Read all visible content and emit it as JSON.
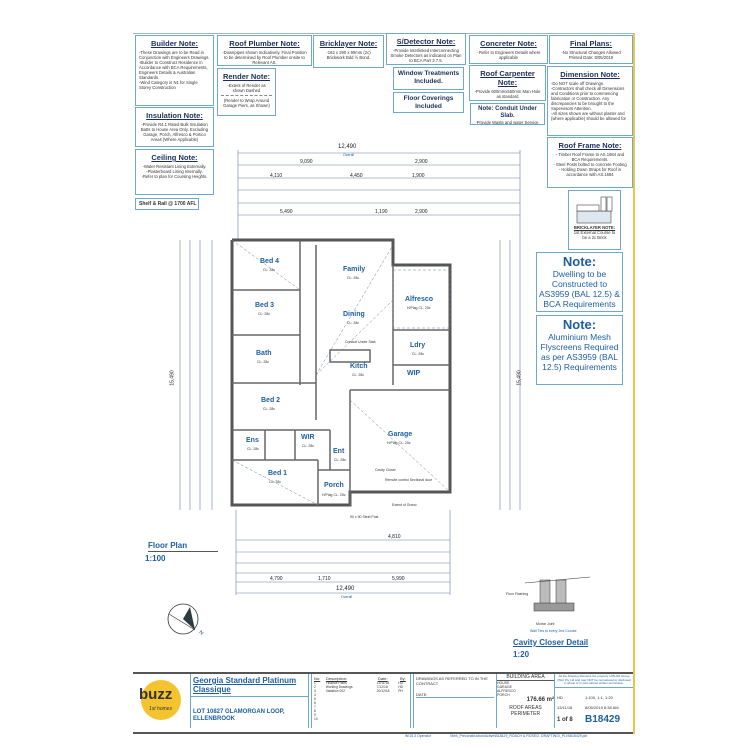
{
  "notes": {
    "builder": {
      "title": "Builder Note:",
      "lines": [
        "-These Drawings are to be Read in Conjunction with Engineers Drawings.",
        "-Builder to Construct Residence in Accordance with BCA Requirements, Engineers Details & Australian Standards.",
        "-Wind Category is N1 for Single Storey Construction"
      ]
    },
    "insulation": {
      "title": "Insulation Note:",
      "text": "-Provide R4.1 Rated Bulk Insulation Batts to House Area Only. Excluding Garage, Porch, Alfresco & Portico Areas (Where Applicable)"
    },
    "ceiling": {
      "title": "Ceiling Note:",
      "lines": [
        "-Water Resistant Lining Externally.",
        "-Plasterboard Lining Internally.",
        "-Refer to plan for Coursing Heights."
      ]
    },
    "shelf": "Shelf & Rail @ 1700 AFL",
    "roof_plumber": {
      "title": "Roof Plumber Note:",
      "text": "-Downpipes shown Indicatively. Final Position to be determined by Roof Plumber onsite to Relevant AS."
    },
    "render": {
      "title": "Render Note:",
      "text": "-Extent of Render as shown Dashed",
      "text2": "(Render to Wrap Around Garage Piers, as Shown)"
    },
    "bricklayer": {
      "title": "Bricklayer Note:",
      "text": "-162 x 290 x 90mm (2c) Brickwork Bdd ½ Bond."
    },
    "s_detector": {
      "title": "S/Detector Note:",
      "text": "-Provide Interlinked Interconnecting Smoke Detectors as indicated on Plan to BCA Part 3.7.5."
    },
    "window": "Window Treatments Included.",
    "floor_cov": "Floor Coverings Included",
    "concreter": {
      "title": "Concreter Note:",
      "text": "- Refer to Engineers Details where applicable"
    },
    "roof_carpenter": {
      "title": "Roof Carpenter Note:",
      "text": "-Provide 600mmx550mm Man Hole as standard"
    },
    "conduit": {
      "title": "Note: Conduit Under Slab.",
      "text": "-Provide Waste and water Service."
    },
    "final_plans": {
      "title": "Final Plans:",
      "lines": [
        "-No Structural Changes Allowed",
        "Printed Date: 8/05/2019"
      ]
    },
    "dimension": {
      "title": "Dimension Note:",
      "lines": [
        "-Do NOT scale off Drawings.",
        "-Contractors shall check all Dimensions and Conditions prior to commencing fabrication or Construction. Any discrepancies to be brought to the Supervisors Attention.",
        "-All sizes shown are without plaster and (where applicable) should be allowed for"
      ]
    },
    "roof_frame": {
      "title": "Roof Frame Note:",
      "lines": [
        "- Timber Roof Frame to AS.1684 and BCA Requirements.",
        "- Steel Posts bolted to concrete Footing",
        "- Holding Down Straps for Roof in accordance with AS.1684"
      ]
    },
    "bricklayer_detail": {
      "title": "BRICKLAYER NOTE:",
      "text": "1st External Course to be a 2c Brick"
    },
    "dwelling": {
      "title": "Note:",
      "text": "Dwelling to be Constructed to AS3959 (BAL 12.5) & BCA Requirements"
    },
    "mesh": {
      "title": "Note:",
      "text": "Aluminium Mesh Flyscreens Required as per AS3959 (BAL 12.5) Requirements"
    }
  },
  "plan": {
    "title": "Floor Plan",
    "scale": "1:100",
    "rooms": [
      {
        "name": "Bed 4",
        "sub": "CL: 28c"
      },
      {
        "name": "Bed 3",
        "sub": "CL: 28c"
      },
      {
        "name": "Bath",
        "sub": "CL: 28c"
      },
      {
        "name": "Family",
        "sub": "CL: 28c"
      },
      {
        "name": "Dining",
        "sub": "CL: 28c"
      },
      {
        "name": "Alfresco",
        "sub": "H/Plag CL: 25c"
      },
      {
        "name": "Ldry",
        "sub": "CL: 28c"
      },
      {
        "name": "Kitch",
        "sub": "CL: 28c"
      },
      {
        "name": "WIP",
        "sub": ""
      },
      {
        "name": "Bed 2",
        "sub": "CL: 28c"
      },
      {
        "name": "Ens",
        "sub": "CL: 28c"
      },
      {
        "name": "WIR",
        "sub": "CL: 28c"
      },
      {
        "name": "Ent",
        "sub": "CL: 28c"
      },
      {
        "name": "Garage",
        "sub": "H/Plag CL: 25c"
      },
      {
        "name": "Bed 1",
        "sub": "CL: 28c"
      },
      {
        "name": "Porch",
        "sub": "H/Plag CL: 25c"
      }
    ],
    "annotations": {
      "conduit": "Conduit Under Slab",
      "cavity": "Cavity Closer",
      "remote": "Remote control Sectional door",
      "post": "90 x 90 Steel Post",
      "grano": "Extent of Grano"
    },
    "dims_top": {
      "overall": "12,490",
      "overall_label": "Overall",
      "a": "9,090",
      "b": "2,900",
      "c": "4,110",
      "d": "4,450",
      "e": "1,900",
      "f": "5,490",
      "g": "1,190",
      "h": "2,900"
    },
    "dims_bottom": {
      "a": "4,790",
      "b": "1,710",
      "c": "5,990",
      "overall": "12,490",
      "overall_label": "Overall",
      "d": "4,810"
    },
    "dims_side": {
      "left": "15,490",
      "right": "15,490"
    },
    "north": "N"
  },
  "cavity_detail": {
    "title": "Cavity Closer Detail",
    "scale": "1:20",
    "floor": "Floor Flashing",
    "mortar": "Mortar Joint",
    "ties": "Wall Ties to every 2nd Course"
  },
  "title_block": {
    "logo": "buzz",
    "logo_sub": "1st homes",
    "design": "Georgia Standard Platinum Classique",
    "address": "LOT 10827 GLAMORGAN LOOP, ELLENBROOK",
    "rev_headers": [
      "No:",
      "Description:",
      "Date:",
      "By:"
    ],
    "revisions": [
      {
        "no": "1",
        "desc": "Finance Plans",
        "date": "13/11/18",
        "by": "HD"
      },
      {
        "no": "2",
        "desc": "Working Drawings",
        "date": "7/12/18",
        "by": "HD"
      },
      {
        "no": "3",
        "desc": "Variation 002",
        "date": "20/12/18",
        "by": "PH"
      },
      {
        "no": "4"
      },
      {
        "no": "5"
      },
      {
        "no": "6"
      },
      {
        "no": "7"
      },
      {
        "no": "8"
      },
      {
        "no": "9"
      },
      {
        "no": "10"
      }
    ],
    "contract": "DRAWINGS AS REFERRED TO IN THE CONTRACT",
    "date_label": "DATE:",
    "building_area": "BUILDING AREA",
    "area_rows": [
      "HOUSE",
      "GARAGE",
      "ALFRESCO",
      "PORCH"
    ],
    "total": "176.66 m²",
    "roof_areas": "ROOF AREAS",
    "roof": "ROOF",
    "perimeter": "PERIMETER",
    "house": "HOUSE",
    "copyright": "All the Drawing Remains the property of BUZZ Group (WA) Pty Ltd and may NOT be reproduced or disclosed in whole or in part without written permission.",
    "sheet": "1 of 8",
    "job": "B18429",
    "scale_val": "1:100, 1:1, 1:20",
    "date_val": "13/11/18",
    "print": "8/05/2019 8:38 AM",
    "drawn": "HD"
  },
  "footer": {
    "operator": "W/15.3 Operator",
    "path": "\\\\bbi\\_Preconstruction\\Active\\B18429_ROACH & ROSE\\2. DRAFTING\\_PLN\\B18429.pln"
  }
}
